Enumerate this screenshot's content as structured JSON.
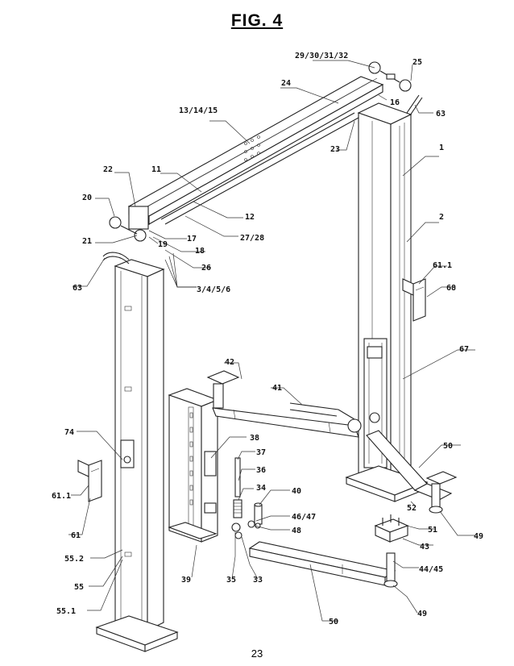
{
  "figure": {
    "title": "FIG. 4",
    "page_number": "23"
  },
  "callouts": {
    "c1": "1",
    "c2": "2",
    "c11": "11",
    "c12": "12",
    "c13_15": "13/14/15",
    "c16": "16",
    "c17": "17",
    "c18": "18",
    "c19": "19",
    "c20": "20",
    "c21": "21",
    "c22": "22",
    "c23": "23",
    "c24": "24",
    "c25": "25",
    "c26": "26",
    "c27_28": "27/28",
    "c29_32": "29/30/31/32",
    "c3_6": "3/4/5/6",
    "c33": "33",
    "c34": "34",
    "c35": "35",
    "c36": "36",
    "c37": "37",
    "c38": "38",
    "c39": "39",
    "c40": "40",
    "c41": "41",
    "c42": "42",
    "c43": "43",
    "c44_45": "44/45",
    "c46_47": "46/47",
    "c48": "48",
    "c49a": "49",
    "c49b": "49",
    "c50a": "50",
    "c50b": "50",
    "c51": "51",
    "c52": "52",
    "c55": "55",
    "c55_1": "55.1",
    "c55_2": "55.2",
    "c61": "61",
    "c61_1a": "61.1",
    "c61_1b": "61.1",
    "c63a": "63",
    "c63b": "63",
    "c67": "67",
    "c68": "68",
    "c74": "74"
  }
}
